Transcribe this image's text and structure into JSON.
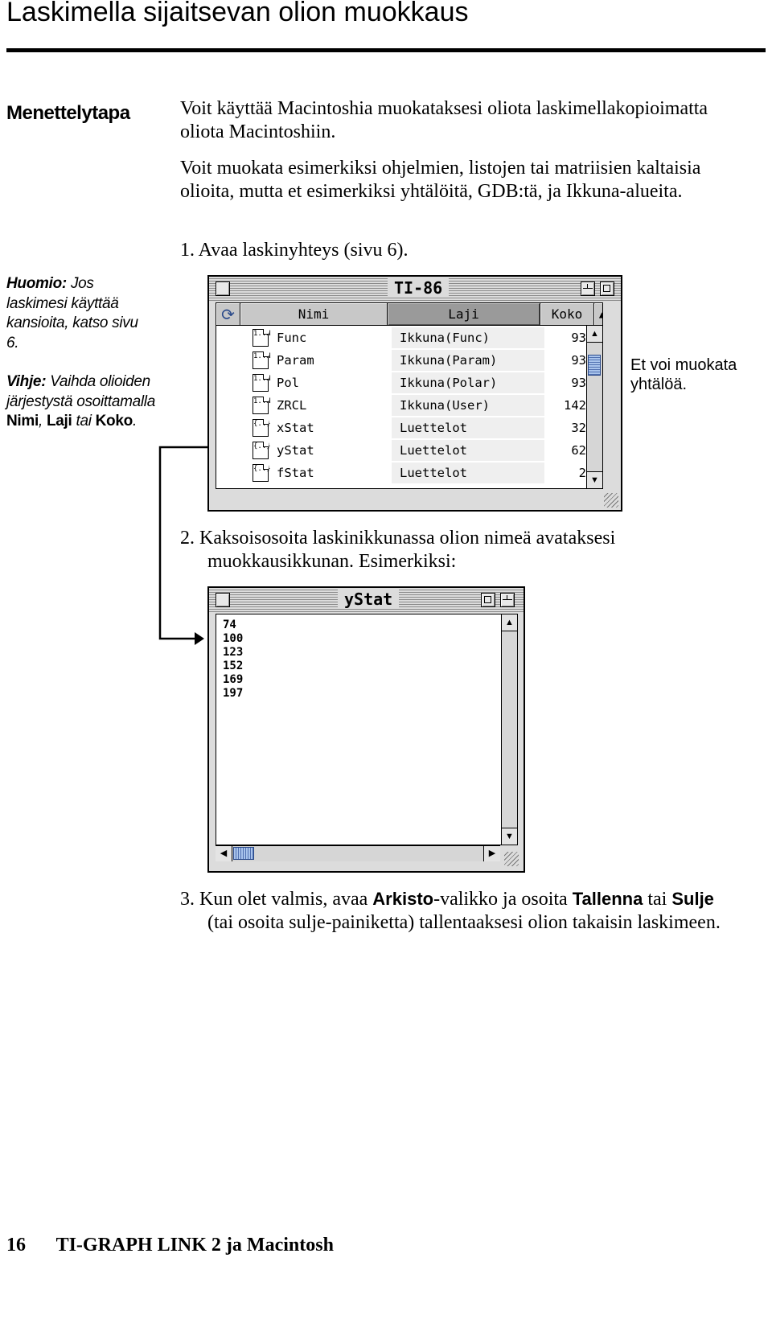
{
  "title": "Laskimella sijaitsevan olion muokkaus",
  "side_heading": "Menettelytapa",
  "intro": [
    "Voit käyttää Macintoshia muokataksesi oliota laskimellakopioimatta oliota Macintoshiin.",
    "Voit muokata esimerkiksi ohjelmien, listojen tai matriisien kaltaisia olioita, mutta et esimerkiksi yhtälöitä, GDB:tä, ja Ikkuna-alueita."
  ],
  "notes": {
    "huomio_label": "Huomio:",
    "huomio_text": "Jos laskimesi käyttää kansioita, katso sivu 6.",
    "vihje_label": "Vihje:",
    "vihje_text1": "Vaihda olioiden järjestystä osoittamalla",
    "vihje_nimi": "Nimi",
    "vihje_comma": ",",
    "vihje_laji": "Laji",
    "vihje_tai": "tai",
    "vihje_koko": "Koko",
    "vihje_end": "."
  },
  "step1": "1. Avaa laskinyhteys (sivu 6).",
  "step2": "2. Kaksoisosoita laskinikkunassa olion nimeä avataksesi muokkausikkunan. Esimerkiksi:",
  "step3": {
    "number": "3.",
    "t1": "Kun olet valmis, avaa",
    "arkisto": "Arkisto",
    "t2": "-valikko ja osoita",
    "tallenna": "Tallenna",
    "t3": "tai",
    "sulje": "Sulje",
    "t4": "(tai osoita sulje-painiketta) tallentaaksesi olion takaisin laskimeen."
  },
  "callout": "Et voi muokata yhtälöä.",
  "ti_window": {
    "title": "TI-86",
    "columns": [
      "Nimi",
      "Laji",
      "Koko"
    ],
    "rows": [
      {
        "name": "Func",
        "type": "Ikkuna(Func)",
        "size": "93",
        "icon": "equation-icon"
      },
      {
        "name": "Param",
        "type": "Ikkuna(Param)",
        "size": "93",
        "icon": "equation-icon"
      },
      {
        "name": "Pol",
        "type": "Ikkuna(Polar)",
        "size": "93",
        "icon": "equation-icon"
      },
      {
        "name": "ZRCL",
        "type": "Ikkuna(User)",
        "size": "142",
        "icon": "equation-icon"
      },
      {
        "name": "xStat",
        "type": "Luettelot",
        "size": "32",
        "icon": "list-icon"
      },
      {
        "name": "yStat",
        "type": "Luettelot",
        "size": "62",
        "icon": "list-icon"
      },
      {
        "name": "fStat",
        "type": "Luettelot",
        "size": "2",
        "icon": "list-icon"
      }
    ]
  },
  "ystat_window": {
    "title": "yStat",
    "values": [
      "74",
      "100",
      "123",
      "152",
      "169",
      "197"
    ]
  },
  "footer": {
    "page": "16",
    "text": "TI-GRAPH LINK 2 ja Macintosh"
  }
}
